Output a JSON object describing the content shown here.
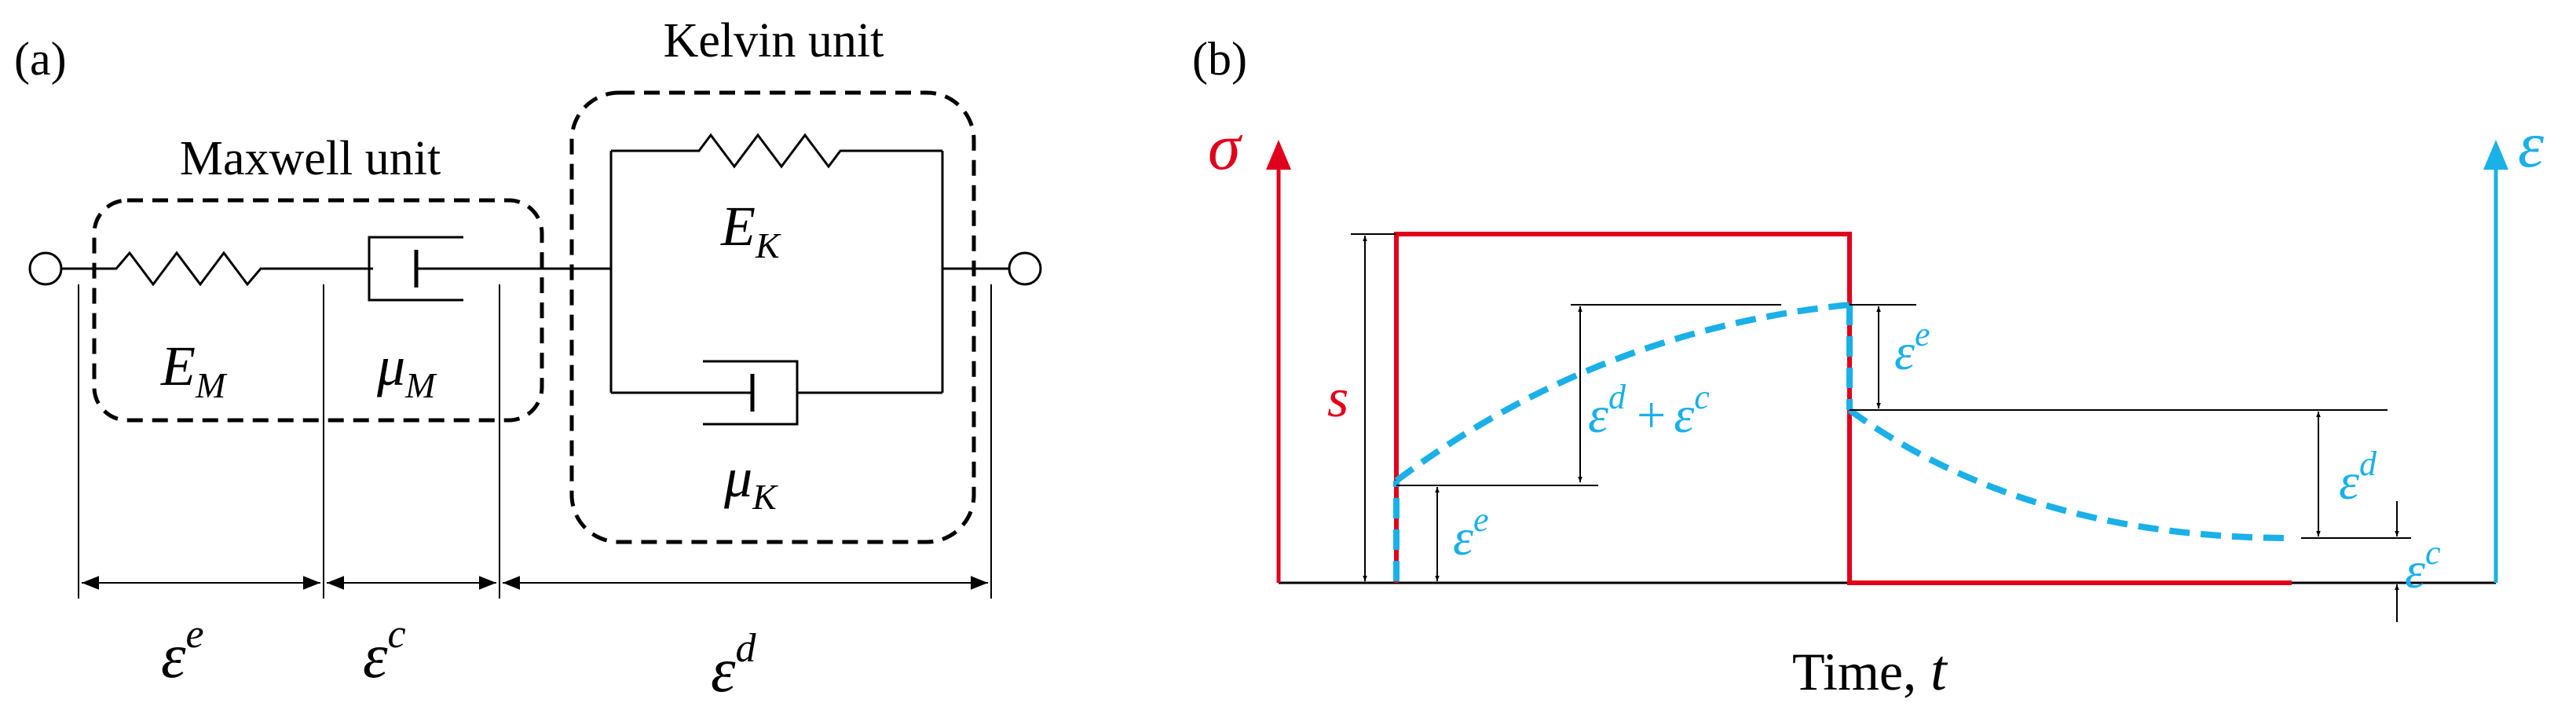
{
  "panel_a": {
    "label": "(a)",
    "maxwell_label": "Maxwell unit",
    "kelvin_label": "Kelvin unit",
    "elements": {
      "E_M": {
        "base": "E",
        "sub": "M"
      },
      "mu_M": {
        "base": "μ",
        "sub": "M"
      },
      "E_K": {
        "base": "E",
        "sub": "K"
      },
      "mu_K": {
        "base": "μ",
        "sub": "K"
      }
    },
    "strain_labels": {
      "elastic": {
        "base": "ε",
        "sup": "e"
      },
      "creep": {
        "base": "ε",
        "sup": "c"
      },
      "delayed": {
        "base": "ε",
        "sup": "d"
      }
    }
  },
  "panel_b": {
    "label": "(b)",
    "stress_axis": "σ",
    "strain_axis": "ε",
    "s_label": "s",
    "x_label": "Time,",
    "x_var": "t",
    "annotations": {
      "eps_e_load": {
        "base": "ε",
        "sup": "e"
      },
      "eps_dc_1": {
        "base": "ε",
        "sup": "d"
      },
      "plus": "+",
      "eps_dc_2": {
        "base": "ε",
        "sup": "c"
      },
      "eps_e_unload": {
        "base": "ε",
        "sup": "e"
      },
      "eps_d_unload": {
        "base": "ε",
        "sup": "d"
      },
      "eps_c_residual": {
        "base": "ε",
        "sup": "c"
      }
    }
  },
  "colors": {
    "stress": "#e0001b",
    "strain": "#1ab0e8",
    "ink": "#000000"
  }
}
